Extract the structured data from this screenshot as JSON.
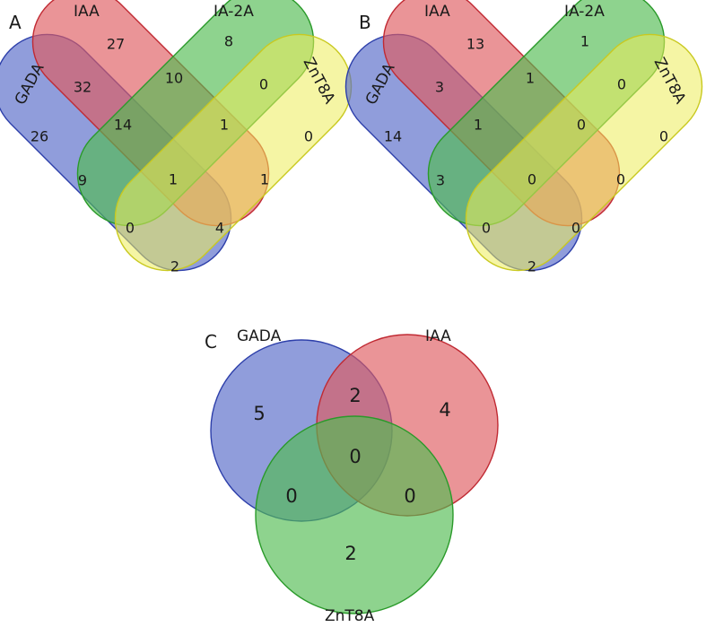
{
  "panel_a": {
    "letter": "A",
    "sets": {
      "gada": "GADA",
      "iaa": "IAA",
      "ia2a": "IA-2A",
      "znt8a": "ZnT8A"
    },
    "counts": {
      "iaa_only": "27",
      "ia2a_only": "8",
      "gada_only": "26",
      "znt8a_only": "0",
      "gada_iaa": "32",
      "iaa_ia2a": "10",
      "ia2a_znt8a": "0",
      "gada_iaa_ia2a": "14",
      "iaa_ia2a_znt8a": "1",
      "gada_ia2a": "9",
      "all": "1",
      "iaa_znt8a": "1",
      "gada_ia2a_znt8a": "0",
      "gada_iaa_znt8a": "4",
      "gada_znt8a": "2"
    }
  },
  "panel_b": {
    "letter": "B",
    "sets": {
      "gada": "GADA",
      "iaa": "IAA",
      "ia2a": "IA-2A",
      "znt8a": "ZnT8A"
    },
    "counts": {
      "iaa_only": "13",
      "ia2a_only": "1",
      "gada_only": "14",
      "znt8a_only": "0",
      "gada_iaa": "3",
      "iaa_ia2a": "1",
      "ia2a_znt8a": "0",
      "gada_iaa_ia2a": "1",
      "iaa_ia2a_znt8a": "0",
      "gada_ia2a": "3",
      "all": "0",
      "iaa_znt8a": "0",
      "gada_ia2a_znt8a": "0",
      "gada_iaa_znt8a": "0",
      "gada_znt8a": "2"
    }
  },
  "panel_c": {
    "letter": "C",
    "sets": {
      "gada": "GADA",
      "iaa": "IAA",
      "znt8a": "ZnT8A"
    },
    "counts": {
      "gada_only": "5",
      "iaa_only": "4",
      "gada_iaa": "2",
      "all": "0",
      "gada_znt8a": "0",
      "iaa_znt8a": "0",
      "znt8a_only": "2"
    }
  },
  "colors": {
    "blue": "#5468c8",
    "red": "#de5a60",
    "green": "#52bb52",
    "yellow": "#eded5a",
    "blue_stroke": "#2d3faa",
    "red_stroke": "#c02a33",
    "green_stroke": "#2a9a2a",
    "yellow_stroke": "#c9c920"
  }
}
